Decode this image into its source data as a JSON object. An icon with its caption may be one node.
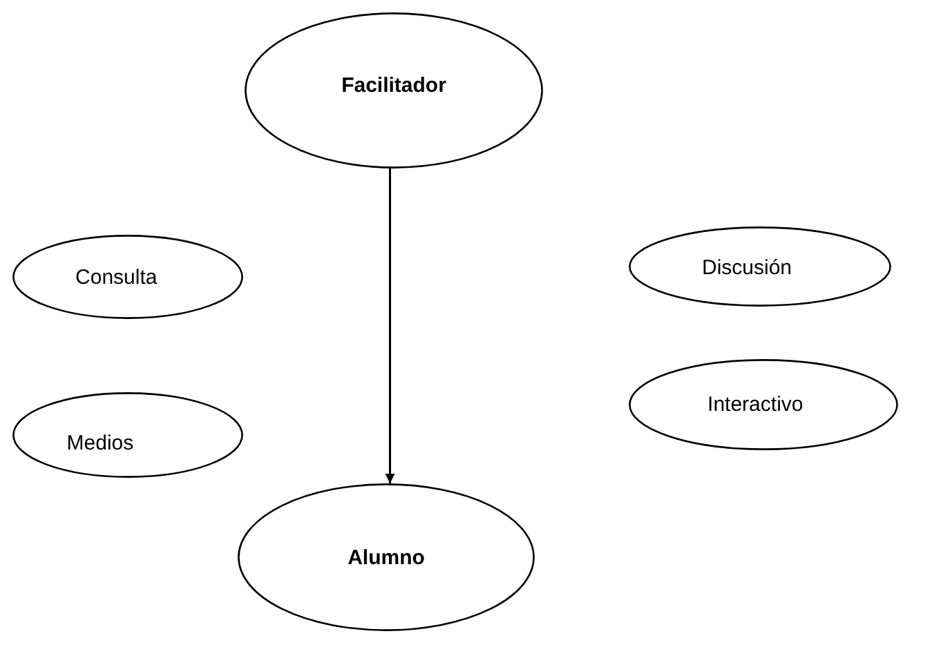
{
  "diagram": {
    "nodes": [
      {
        "text": [
          "Facilitador"
        ]
      },
      {
        "text": [
          "Consulta"
        ]
      },
      {
        "text": [
          "Discusión"
        ]
      },
      {
        "text": [
          "Medios"
        ]
      },
      {
        "text": [
          "Interactivo"
        ]
      },
      {
        "text": [
          "Alumno"
        ]
      }
    ],
    "edges": [
      {
        "from": 0,
        "to": 5,
        "arrow": "to"
      }
    ]
  }
}
